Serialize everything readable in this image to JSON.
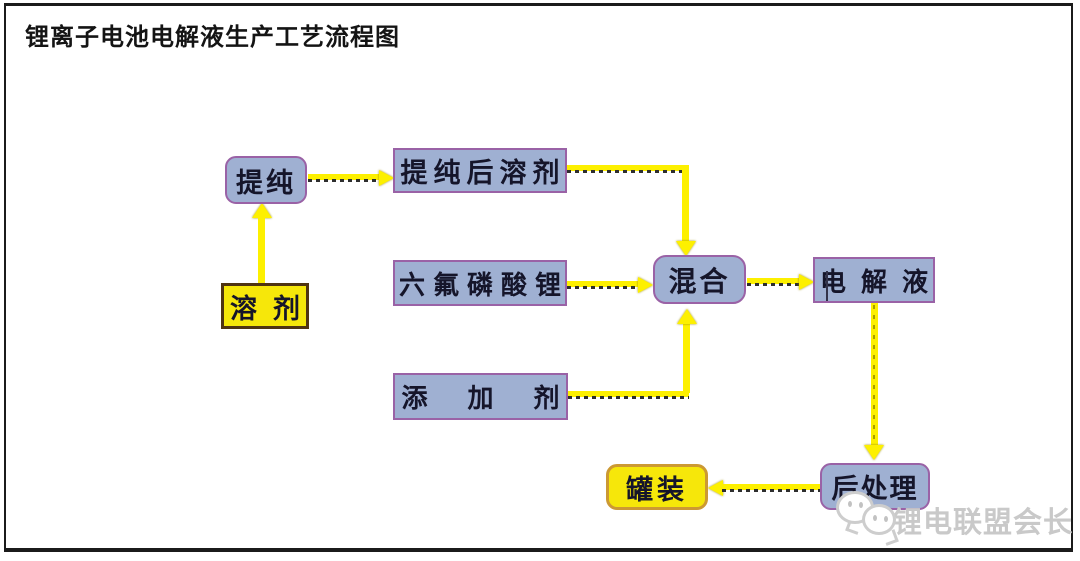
{
  "title": "锂离子电池电解液生产工艺流程图",
  "nodes": {
    "rongji": {
      "label": "溶剂"
    },
    "tichun": {
      "label": "提纯"
    },
    "tichunhou": {
      "label": "提纯后溶剂"
    },
    "liufu": {
      "label": "六氟磷酸锂"
    },
    "tianjiaji": {
      "label": "添加剂"
    },
    "hunhe": {
      "label": "混合"
    },
    "dianjieye": {
      "label": "电解液"
    },
    "houchuli": {
      "label": "后处理"
    },
    "guanzhuang": {
      "label": "罐装"
    }
  },
  "edges": [
    {
      "from": "溶剂",
      "to": "提纯",
      "style": "solid"
    },
    {
      "from": "提纯",
      "to": "提纯后溶剂",
      "style": "dashed"
    },
    {
      "from": "提纯后溶剂",
      "to": "混合",
      "style": "dashed"
    },
    {
      "from": "六氟磷酸锂",
      "to": "混合",
      "style": "dashed"
    },
    {
      "from": "添加剂",
      "to": "混合",
      "style": "dashed"
    },
    {
      "from": "混合",
      "to": "电解液",
      "style": "dashed"
    },
    {
      "from": "电解液",
      "to": "后处理",
      "style": "solid"
    },
    {
      "from": "后处理",
      "to": "罐装",
      "style": "dashed"
    }
  ],
  "watermark": {
    "text": "锂电联盟会长",
    "icon": "wechat-icon"
  },
  "colors": {
    "node_fill_blue": "#9fb0d2",
    "node_border_purple": "#9a62a6",
    "node_fill_yellow": "#f6e70a",
    "solvent_border_brown": "#4f3412",
    "canning_border_orange": "#cc9933",
    "arrow_yellow": "#fdf000",
    "frame_border": "#1b1b1b",
    "watermark_gray": "#c9c9c9"
  }
}
